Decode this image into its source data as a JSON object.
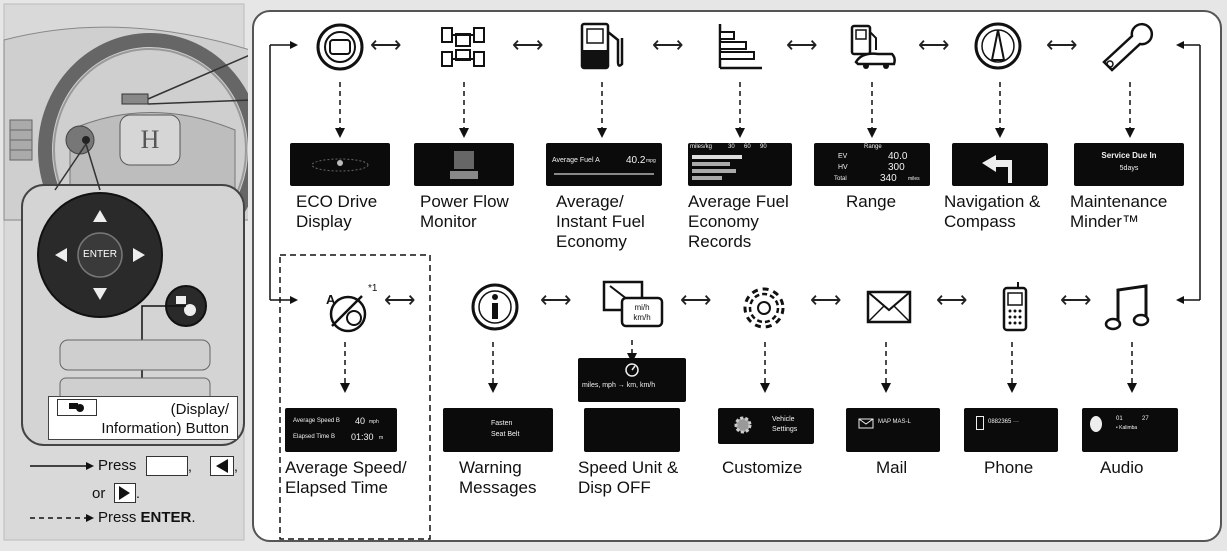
{
  "top_row": [
    {
      "label": "ECO Drive\nDisplay",
      "icon": "steering-wheel-icon"
    },
    {
      "label": "Power Flow\nMonitor",
      "icon": "drivetrain-icon"
    },
    {
      "label": "Average/\nInstant Fuel\nEconomy",
      "icon": "fuel-pump-icon"
    },
    {
      "label": "Average Fuel\nEconomy\nRecords",
      "icon": "bar-history-icon"
    },
    {
      "label": "Range",
      "icon": "fuel-range-icon"
    },
    {
      "label": "Navigation &\nCompass",
      "icon": "compass-icon"
    },
    {
      "label": "Maintenance\nMinder™",
      "icon": "wrench-icon"
    }
  ],
  "bottom_row": [
    {
      "label": "Average Speed/\nElapsed Time",
      "icon": "speed-time-icon",
      "footnote": "*1"
    },
    {
      "label": "Warning\nMessages",
      "icon": "info-icon"
    },
    {
      "label": "Speed Unit &\nDisp OFF",
      "icon": "speed-unit-icon"
    },
    {
      "label": "Customize",
      "icon": "gear-icon"
    },
    {
      "label": "Mail",
      "icon": "envelope-icon"
    },
    {
      "label": "Phone",
      "icon": "phone-icon"
    },
    {
      "label": "Audio",
      "icon": "music-note-icon"
    }
  ],
  "screens": {
    "avg_fuel": {
      "text": "Average Fuel A",
      "value": "40.2",
      "unit": "mpg"
    },
    "records": {
      "header": "miles/kg",
      "ticks": [
        "30",
        "60",
        "90"
      ]
    },
    "range": {
      "title": "Range",
      "ev_label": "EV",
      "ev_value": "40.0",
      "hv_label": "HV",
      "hv_value": "300",
      "total_label": "Total",
      "total_value": "340",
      "unit": "miles"
    },
    "maintenance": {
      "title": "Service Due In",
      "days": "5days"
    },
    "avg_speed": {
      "line1_label": "Average Speed B",
      "line1_value": "40",
      "line1_unit": "mph",
      "line2_label": "Elapsed Time B",
      "line2_value": "01:30",
      "line2_unit": "m"
    },
    "warning": {
      "line1": "Fasten",
      "line2": "Seat Belt"
    },
    "speed_unit_popup": {
      "text": "miles, mph → km, km/h"
    },
    "speed_icon_text": "mi/h\nkm/h",
    "customize": {
      "line1": "Vehicle",
      "line2": "Settings"
    },
    "mail": {
      "text": "MAP MAS-L"
    },
    "phone": {
      "text": "0882365 ···"
    },
    "audio": {
      "line1": "01",
      "line2": "27",
      "line3": "• Kalimba"
    }
  },
  "left_panel": {
    "enter_label": "ENTER",
    "button_caption": "(Display/\nInformation) Button",
    "legend_press": "Press",
    "legend_or": "or",
    "legend_press2": "Press",
    "legend_enter": "ENTER"
  },
  "colors": {
    "screen_bg": "#0b0b0b",
    "frame": "#555555",
    "page_bg": "#e6e6e6"
  }
}
